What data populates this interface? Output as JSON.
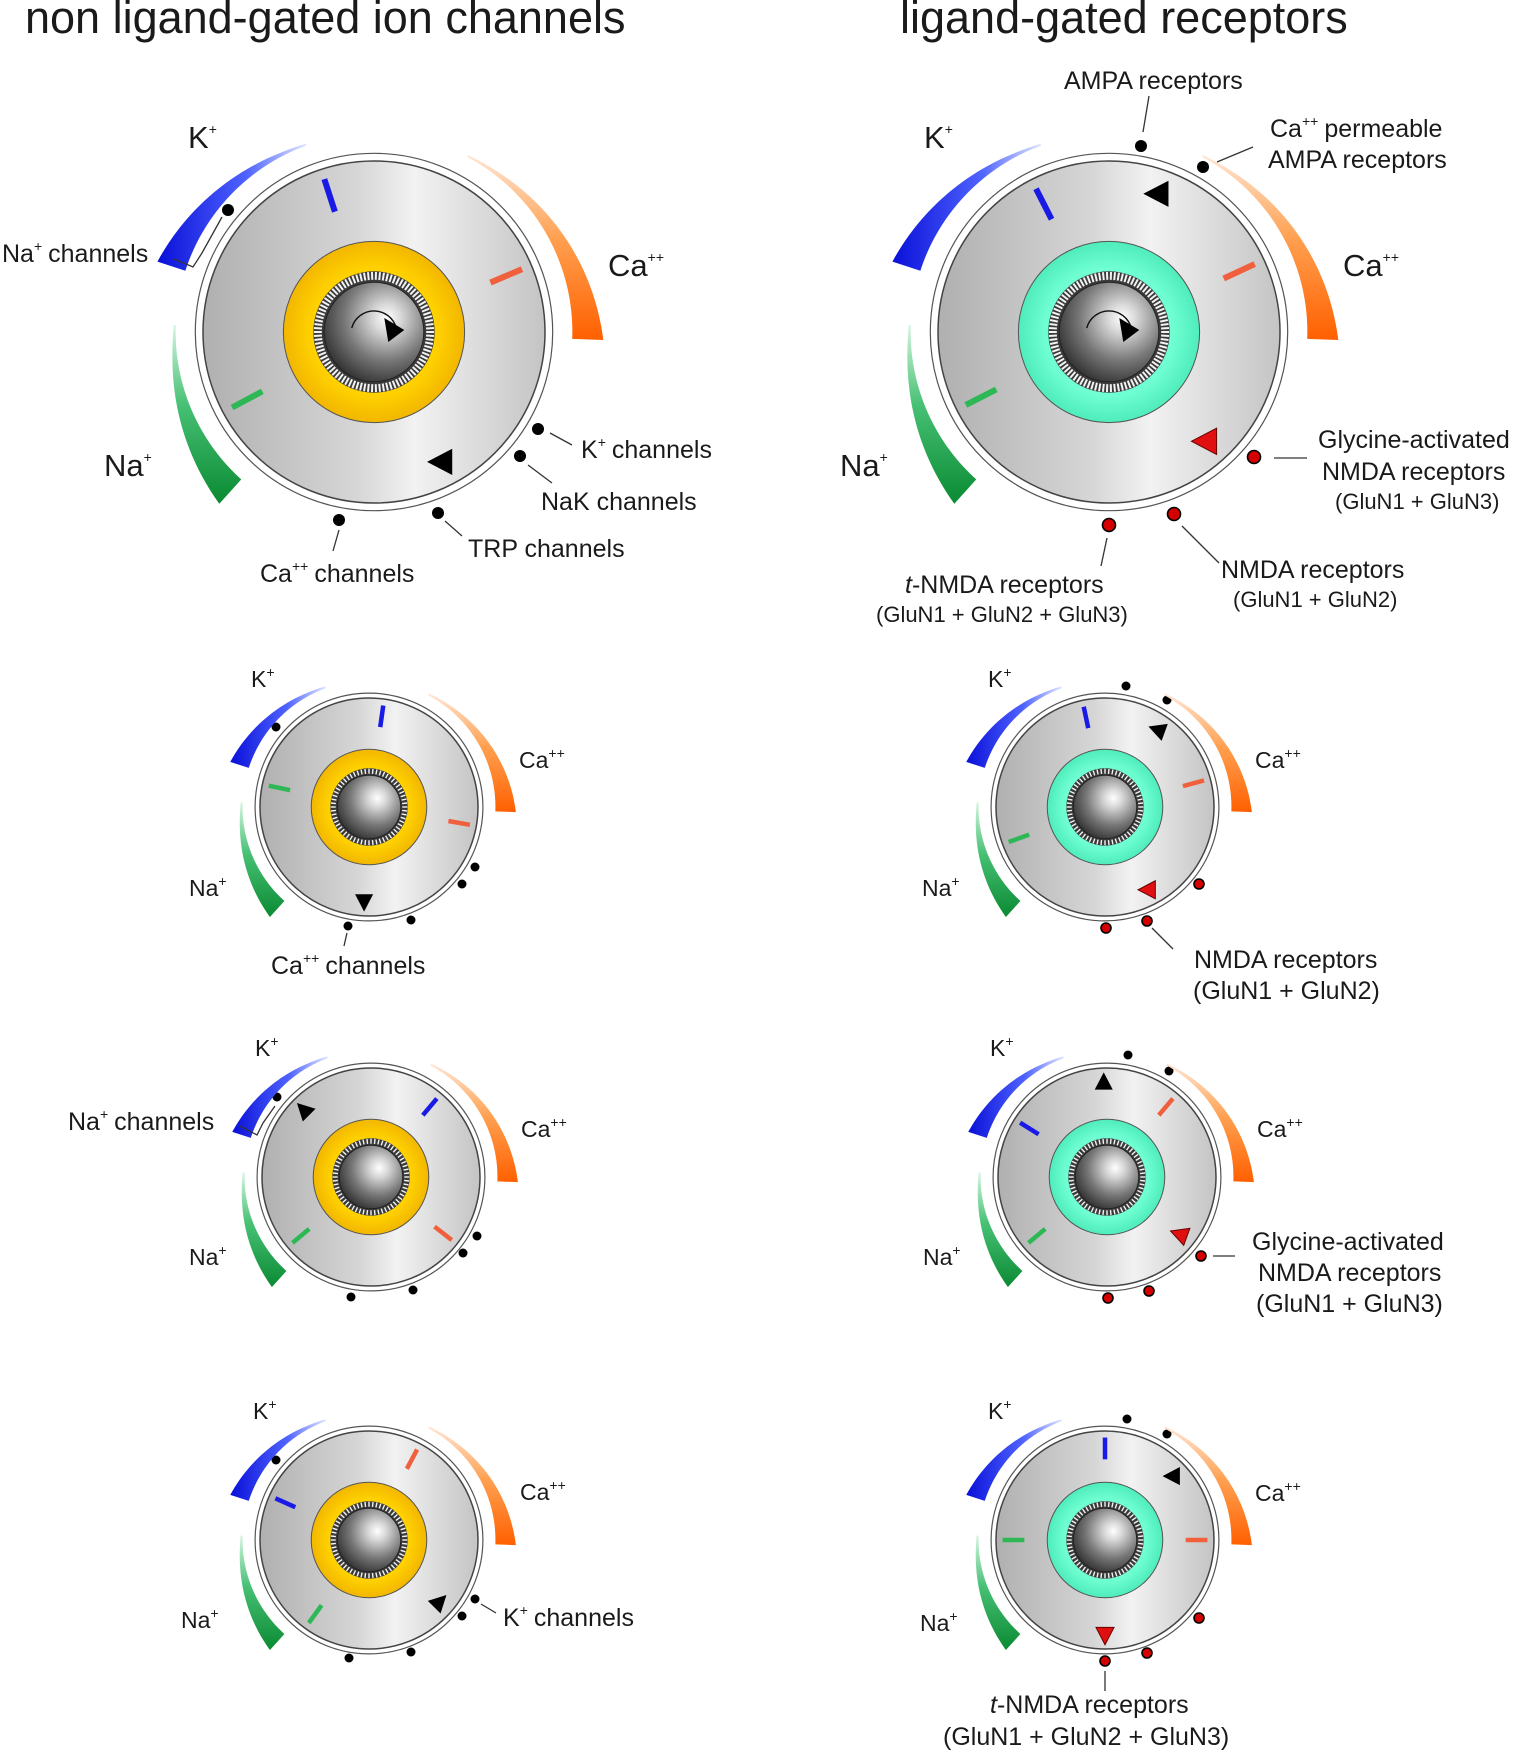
{
  "headings": {
    "left": "non ligand-gated ion channels",
    "right": "ligand-gated receptors"
  },
  "ions": {
    "k": "K",
    "k_charge": "+",
    "ca": "Ca",
    "ca_charge": "++",
    "na": "Na",
    "na_charge": "+"
  },
  "labels": {
    "na_channels_a": "channels",
    "na_channels_b": "channels",
    "k_channels_a": "channels",
    "k_channels_b": "channels",
    "nak_channels": "NaK channels",
    "trp_channels": "TRP channels",
    "ca_channels_a": "channels",
    "ca_channels_b": "channels",
    "ampa": "AMPA receptors",
    "ca_permeable_l1": "permeable",
    "ca_permeable_l2": "AMPA receptors",
    "gly_l1": "Glycine-activated",
    "gly_l2": "NMDA receptors",
    "gly_l3": "(GluN1 + GluN3)",
    "nmda_l1": "NMDA receptors",
    "nmda_l2": "(GluN1 + GluN2)",
    "tnmda_t": "t",
    "tnmda_l1": "-NMDA receptors",
    "tnmda_l2": "(GluN1 + GluN2 + GluN3)"
  },
  "colors": {
    "k": "#1a1ae6",
    "ca": "#ff6a00",
    "na": "#139a3c",
    "tick_na": "#2db855",
    "tick_ca": "#f0603c",
    "gold_ring": "#ffc400",
    "aqua_ring": "#66ffcc",
    "nmda_dot": "#d40000",
    "nmda_tri": "#e01010"
  }
}
